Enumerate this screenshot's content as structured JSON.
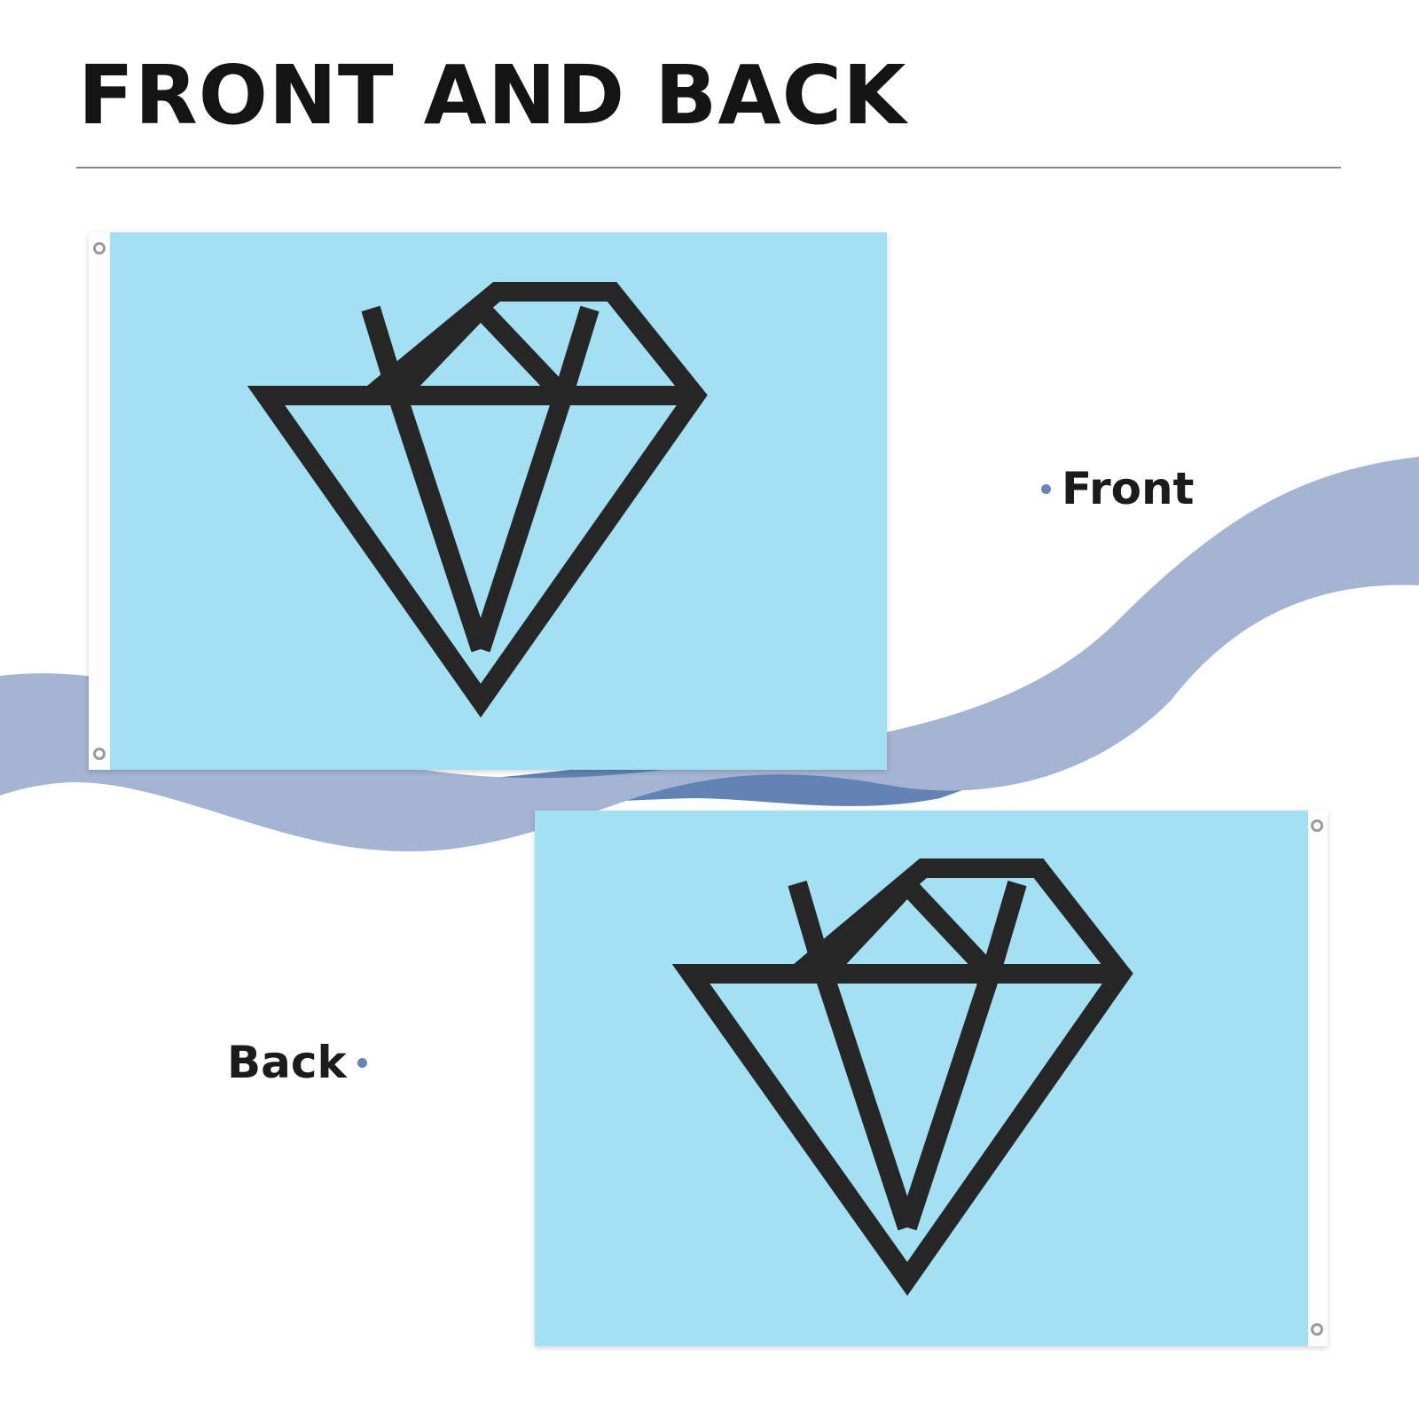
{
  "header": {
    "title": "FRONT AND BACK"
  },
  "labels": {
    "front": "Front",
    "back": "Back"
  },
  "colors": {
    "flag_field": "#a4e0f4",
    "diamond_outline": "#262626",
    "wave_light": "#a5b4d3",
    "wave_dark": "#6383b5",
    "bullet": "#6a84b8",
    "hem": "#ffffff",
    "grommet": "#9a9a9a"
  },
  "flags": [
    {
      "side": "front",
      "icon": "diamond-icon",
      "hem": "left"
    },
    {
      "side": "back",
      "icon": "diamond-icon",
      "hem": "right"
    }
  ]
}
